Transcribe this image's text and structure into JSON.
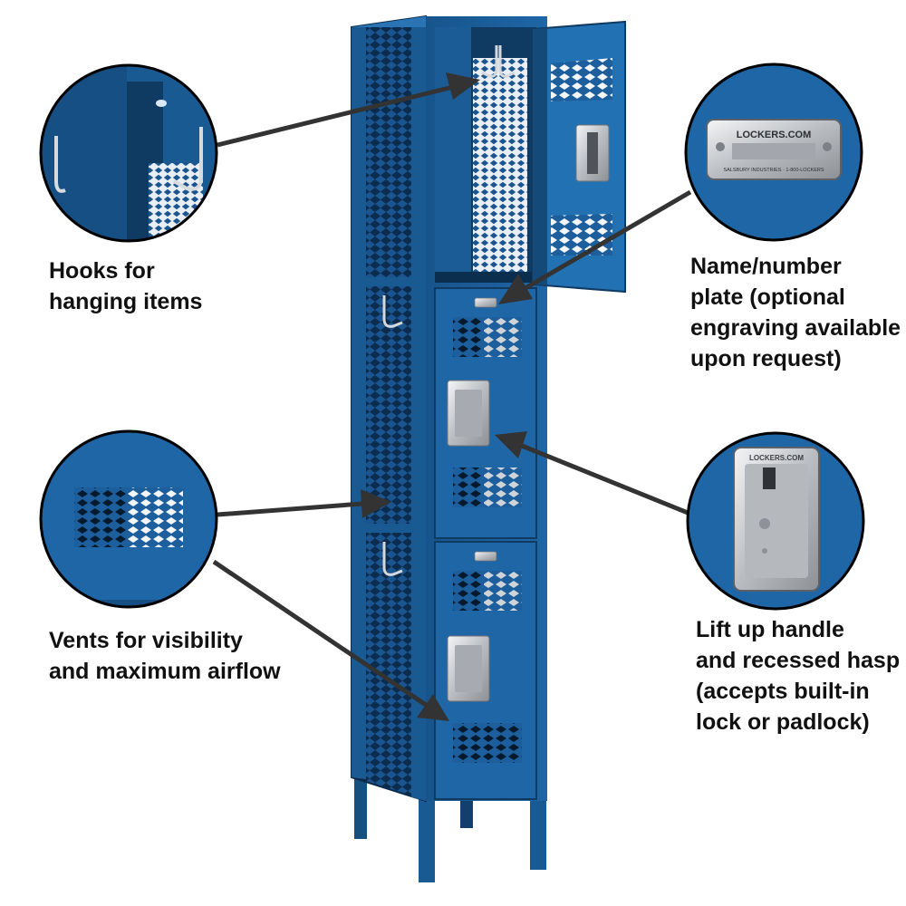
{
  "callouts": {
    "hooks": {
      "label": "Hooks for\nhanging items"
    },
    "plate": {
      "label": "Name/number\nplate (optional\nengraving available\nupon request)",
      "plate_title": "LOCKERS.COM",
      "plate_subtitle": "SALSBURY INDUSTRIES · 1-800-LOCKERS"
    },
    "vents": {
      "label": "Vents for visibility\nand maximum airflow"
    },
    "handle": {
      "label": "Lift up handle\nand recessed hasp\n(accepts built-in\nlock or padlock)",
      "hasp_text": "LOCKERS.COM"
    }
  },
  "colors": {
    "locker_blue": "#1d5f9c",
    "locker_dark": "#123f6b",
    "locker_light": "#3b86c4",
    "steel": "#c9ccd0",
    "arrow": "#333333",
    "circle_border": "#000000",
    "label_text": "#111111"
  },
  "icons": {
    "hook": "hook-icon",
    "vent": "diamond-vent-icon",
    "hasp": "hasp-handle-icon",
    "plate": "name-plate-icon"
  }
}
